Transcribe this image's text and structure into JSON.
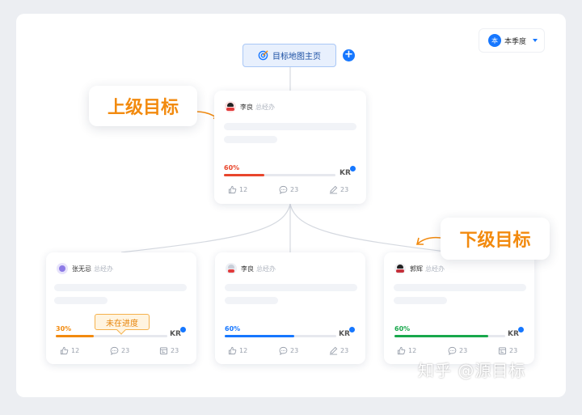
{
  "quarter_selector": {
    "badge": "本",
    "label": "本季度"
  },
  "home_node": {
    "label": "目标地图主页"
  },
  "callouts": {
    "superior": "上级目标",
    "subordinate": "下级目标"
  },
  "tooltip": "未在进度",
  "watermark": "知乎 @源目标",
  "cards": [
    {
      "name": "李良",
      "role": "总经办",
      "progress": "60%",
      "progress_value": 0.36,
      "color": "#e8462c",
      "kr": "KR",
      "likes": "12",
      "comments": "23",
      "third": "23"
    },
    {
      "name": "张无忌",
      "role": "总经办",
      "progress": "30%",
      "progress_value": 0.34,
      "color": "#f28a0e",
      "kr": "KR",
      "likes": "12",
      "comments": "23",
      "third": "23"
    },
    {
      "name": "李良",
      "role": "总经办",
      "progress": "60%",
      "progress_value": 0.62,
      "color": "#1677ff",
      "kr": "KR",
      "likes": "12",
      "comments": "23",
      "third": "23"
    },
    {
      "name": "郭辉",
      "role": "总经办",
      "progress": "60%",
      "progress_value": 0.85,
      "color": "#18a84c",
      "kr": "KR",
      "likes": "12",
      "comments": "23",
      "third": "23"
    }
  ]
}
